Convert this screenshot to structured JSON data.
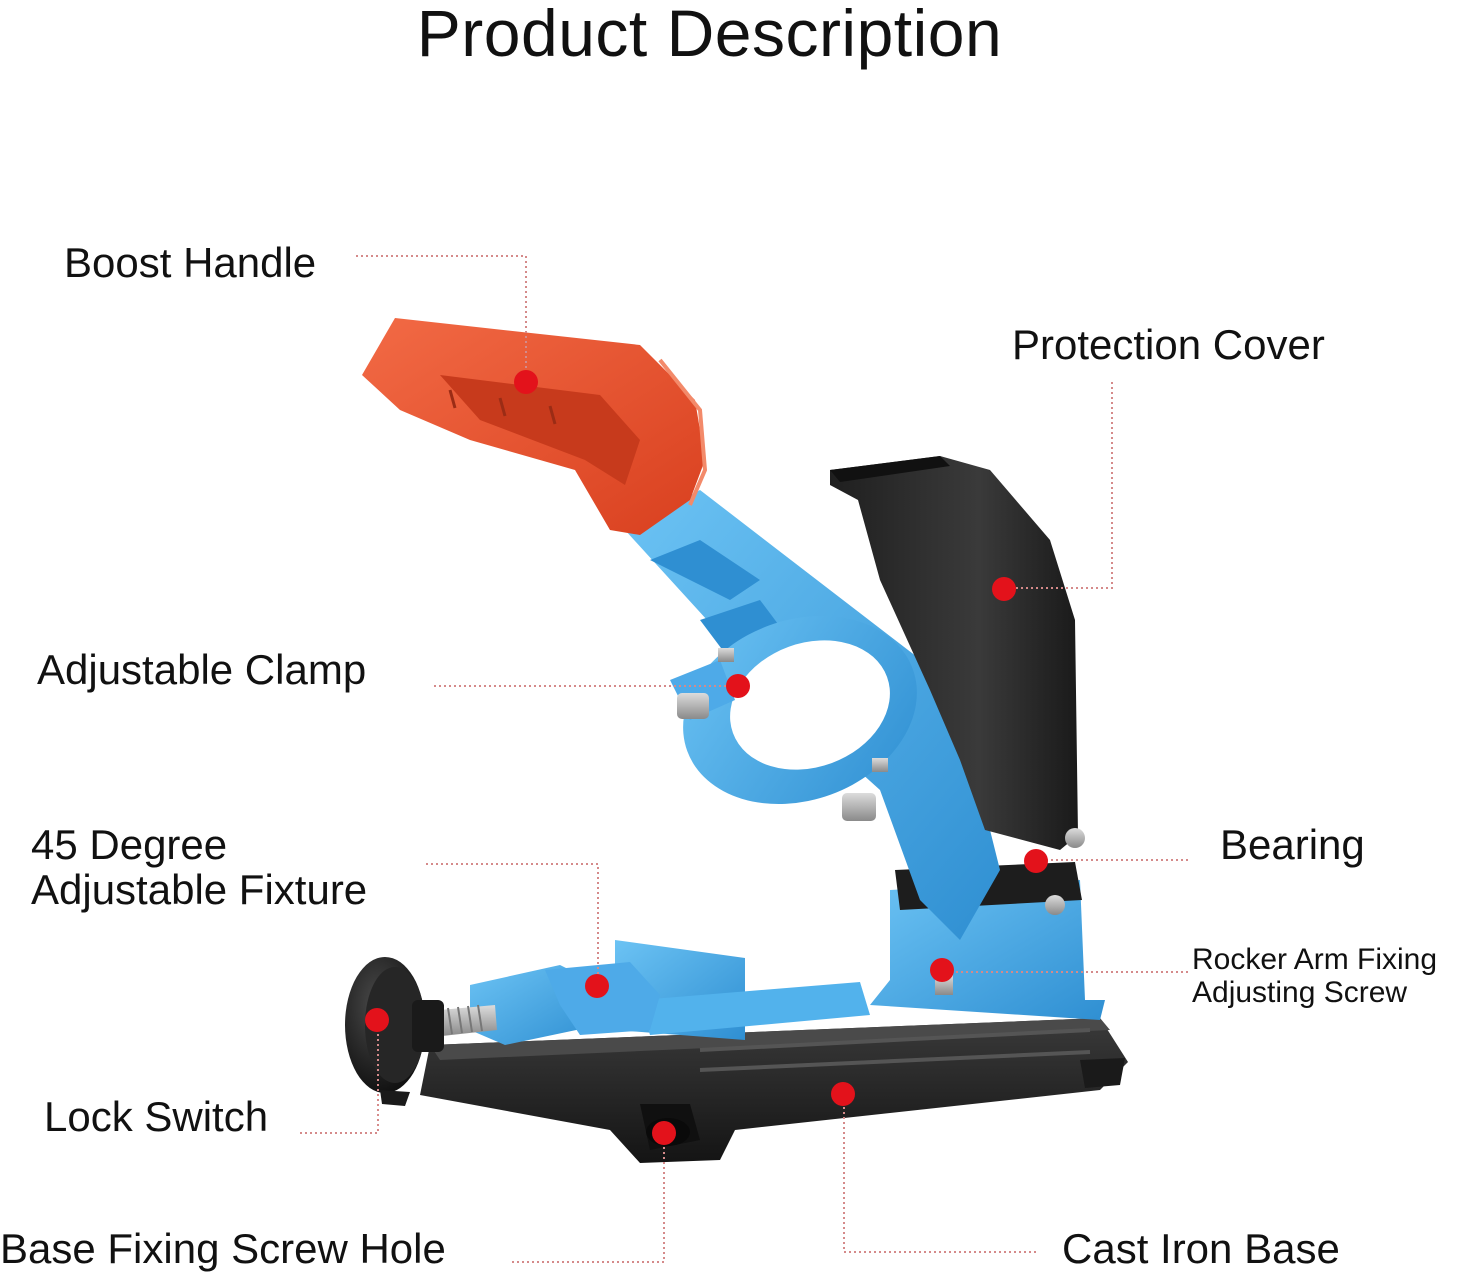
{
  "title": "Product Description",
  "labels": {
    "boost_handle": "Boost Handle",
    "protection_cover": "Protection Cover",
    "adjustable_clamp": "Adjustable Clamp",
    "fixture_line1": "45 Degree",
    "fixture_line2": "Adjustable Fixture",
    "bearing": "Bearing",
    "rocker_line1": "Rocker Arm Fixing",
    "rocker_line2": "Adjusting Screw",
    "lock_switch": "Lock Switch",
    "base_fixing_screw_hole": "Base Fixing Screw Hole",
    "cast_iron_base": "Cast Iron Base"
  },
  "colors": {
    "callout_dot": "#e3121b",
    "leader_line": "#d58a8a",
    "handle": "#e8532e",
    "frame": "#3fa2e3",
    "cover": "#2b2b2b",
    "base": "#262626"
  }
}
